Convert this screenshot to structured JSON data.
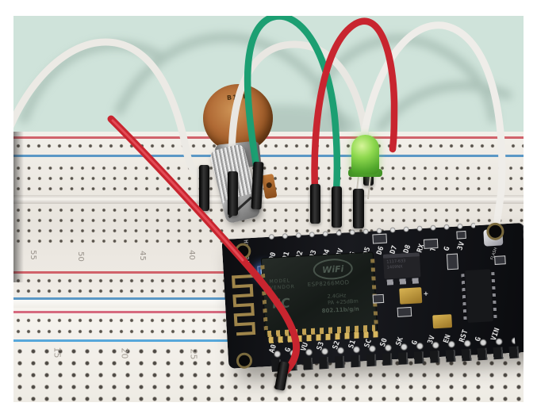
{
  "photo": {
    "subject": "NodeMCU ESP8266 development board on a breadboard with a B10K potentiometer, a green LED and red, green and white jumper wires"
  },
  "potentiometer": {
    "marking": "B10K"
  },
  "led": {
    "color_name": "green"
  },
  "nodemcu": {
    "silkscreen_model": "HW-625.",
    "flash_button_label": "FLASH",
    "pins_top": [
      "D0",
      "D1",
      "D2",
      "D3",
      "D4",
      "3V",
      "G",
      "D5",
      "D6",
      "D7",
      "D8",
      "RX",
      "TX",
      "G",
      "3V"
    ],
    "pins_bottom": [
      "A0",
      "G",
      "VU",
      "S3",
      "S2",
      "S1",
      "SC",
      "S0",
      "SK",
      "G",
      "3V",
      "EN",
      "RST",
      "G",
      "VIN"
    ],
    "regulator_line1": "1117-633",
    "regulator_line2": "1409NX",
    "cap_plus": "+",
    "module": {
      "brand_line1": "MODEL",
      "brand_line2": "VENDOR",
      "logo": "WiFi",
      "name": "ESP8266MOD",
      "spec_line1": "2.4GHz",
      "spec_line2": "PA +25dBm",
      "spec_line3": "802.11b/g/n",
      "cert_mark": "FC"
    }
  },
  "breadboard_back": {
    "column_numbers": [
      "55",
      "50",
      "45",
      "40"
    ]
  },
  "breadboard_front": {
    "column_numbers": [
      "15",
      "20",
      "25"
    ]
  },
  "colors": {
    "wall": "#cfe3da",
    "breadboard": "#efece6",
    "rail_red": "#cb4a55",
    "rail_blue": "#4a8fc2",
    "pcb_black": "#121317",
    "wire_white": "#eceae5",
    "wire_green": "#1c9f72",
    "wire_red": "#c8252f",
    "led_green": "#61c431",
    "pot_copper": "#b06a35",
    "status_led_blue": "#74a9ff",
    "capacitor_yellow": "#c8a23f"
  }
}
